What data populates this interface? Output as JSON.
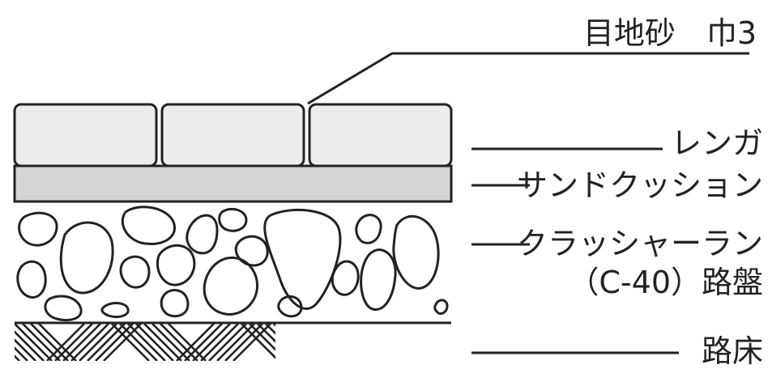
{
  "labels": {
    "joint_sand": "目地砂　巾3",
    "brick": "レンガ",
    "sand_cushion": "サンドクッション",
    "crusher_run_line1": "クラッシャーラン",
    "crusher_run_line2": "（C-40）路盤",
    "subgrade": "路床"
  },
  "colors": {
    "line": "#222222",
    "brick_fill": "#ececec",
    "sand_fill": "#d6d6d6",
    "background": "#ffffff"
  }
}
